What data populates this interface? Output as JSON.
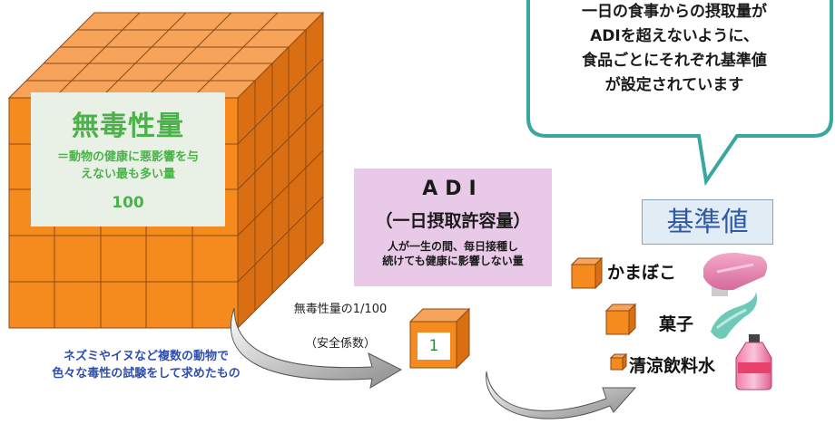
{
  "callout": {
    "lines": [
      "一日の食事からの摂取量が",
      "ADIを超えないように、",
      "食品ごとにそれぞれ基準値",
      "が設定されています"
    ]
  },
  "noael": {
    "title": "無毒性量",
    "description_lines": [
      "＝動物の健康に悪影響を与",
      "えない最も多い量"
    ],
    "value": "100"
  },
  "test_note": {
    "lines": [
      "ネズミやイヌなど複数の動物で",
      "色々な毒性の試験をして求めたもの"
    ]
  },
  "adi": {
    "title": "ADI",
    "subtitle": "（一日摂取許容量）",
    "description_lines": [
      "人が一生の間、毎日接種し",
      "続けても健康に影響しない量"
    ],
    "cube_value": "1"
  },
  "safety_factor": {
    "label": "無毒性量の1/100",
    "sublabel": "（安全係数）"
  },
  "standard": {
    "title": "基準値",
    "foods": [
      "かまぼこ",
      "菓子",
      "清涼飲料水"
    ]
  },
  "colors": {
    "cube_orange": "#f58a1f",
    "cube_grid": "#8a4a16",
    "noael_text": "#4bb24a",
    "adi_panel": "#e8c9e8",
    "note_text": "#2f4fb0",
    "callout_border": "#3aa6a0",
    "standard_text": "#2f58a8"
  }
}
